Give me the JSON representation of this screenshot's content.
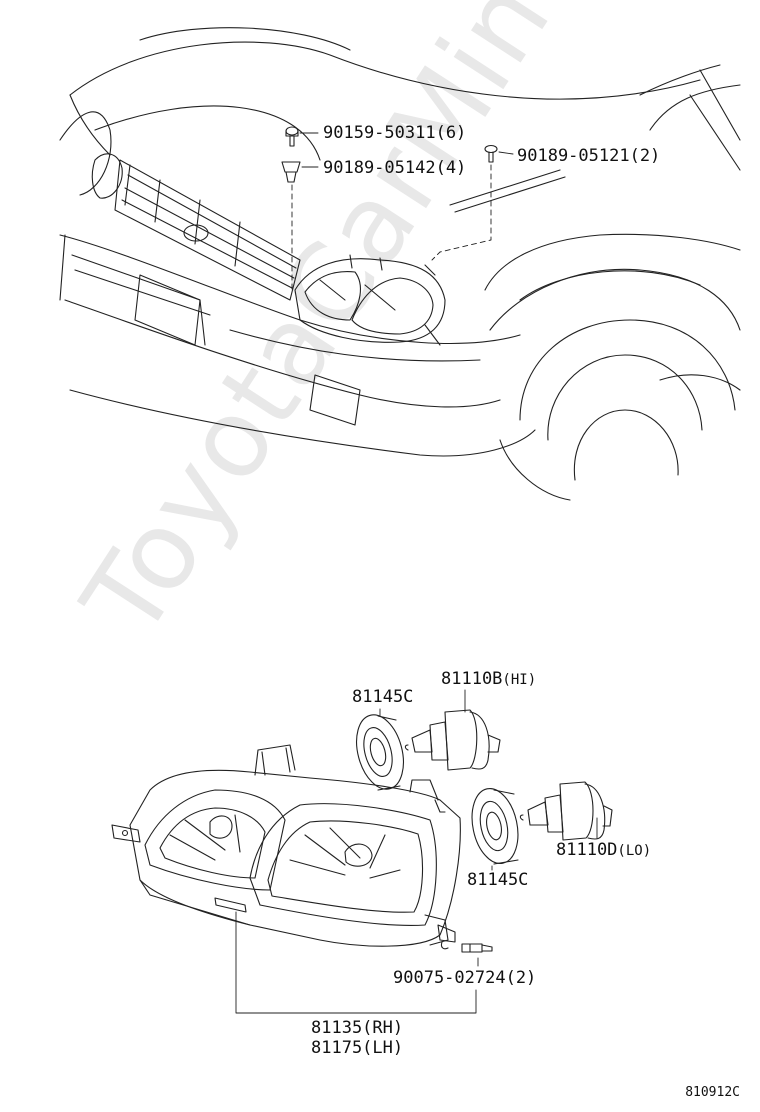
{
  "watermark": "ToyotaCarMine.ru",
  "diagram_ref": "810912C",
  "parts": {
    "screw_90159": "90159-50311(6)",
    "nut_90189_05142": "90189-05142(4)",
    "screw_90189_05121": "90189-05121(2)",
    "gasket_81145c_a": "81145C",
    "bulb_hi": {
      "code": "81110B",
      "suffix": "(HI)"
    },
    "bulb_lo": {
      "code": "81110D",
      "suffix": "(LO)"
    },
    "gasket_81145c_b": "81145C",
    "bolt_90075": "90075-02724(2)",
    "headlamp_rh": "81135(RH)",
    "headlamp_lh": "81175(LH)"
  }
}
